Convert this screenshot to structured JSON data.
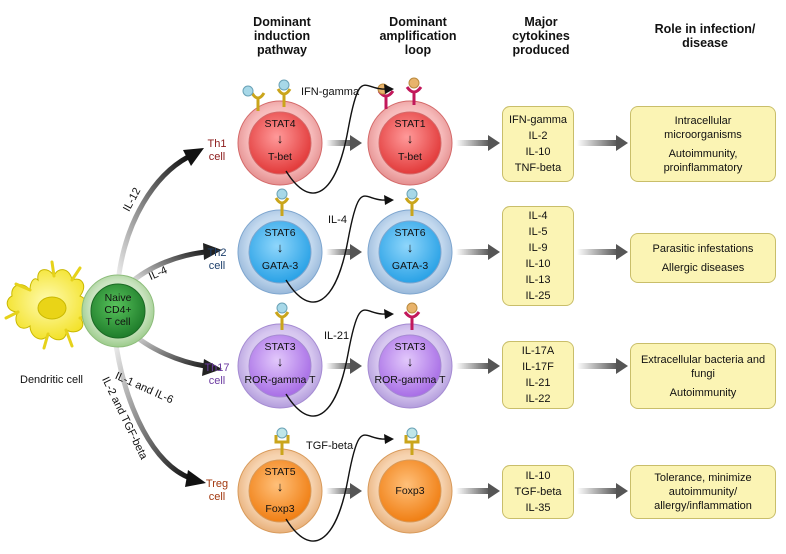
{
  "headers": {
    "induction": "Dominant induction pathway",
    "amplification": "Dominant amplification loop",
    "cytokines": "Major cytokines produced",
    "role": "Role in infection/ disease"
  },
  "colors": {
    "th1": "#8b1a1a",
    "th2": "#1d3f6b",
    "th17": "#6b3aa0",
    "treg": "#a2380f",
    "yellow_box": "#fbf4b4"
  },
  "naive": {
    "line1": "Naive",
    "line2": "CD4+",
    "line3": "T cell"
  },
  "dendritic": {
    "label": "Dendritic cell"
  },
  "pathways": [
    {
      "cytokine": "IL-12"
    },
    {
      "cytokine": "IL-4"
    },
    {
      "cytokine": "IL-1 and IL-6"
    },
    {
      "cytokine": "IL-2 and TGF-beta"
    }
  ],
  "rows": [
    {
      "cell_line1": "Th1",
      "cell_line2": "cell",
      "induction": {
        "top": "STAT4",
        "arrow": "↓",
        "bottom": "T-bet"
      },
      "loop_cytokine": "IFN-gamma",
      "amplification": {
        "top": "STAT1",
        "arrow": "↓",
        "bottom": "T-bet"
      },
      "cytokines": [
        "IFN-gamma",
        "IL-2",
        "IL-10",
        "TNF-beta"
      ],
      "roles": [
        "Intracellular microorganisms",
        "Autoimmunity, proinflammatory"
      ]
    },
    {
      "cell_line1": "Th2",
      "cell_line2": "cell",
      "induction": {
        "top": "STAT6",
        "arrow": "↓",
        "bottom": "GATA-3"
      },
      "loop_cytokine": "IL-4",
      "amplification": {
        "top": "STAT6",
        "arrow": "↓",
        "bottom": "GATA-3"
      },
      "cytokines": [
        "IL-4",
        "IL-5",
        "IL-9",
        "IL-10",
        "IL-13",
        "IL-25"
      ],
      "roles": [
        "Parasitic infestations",
        "Allergic diseases"
      ]
    },
    {
      "cell_line1": "Th17",
      "cell_line2": "cell",
      "induction": {
        "top": "STAT3",
        "arrow": "↓",
        "bottom": "ROR-gamma T"
      },
      "loop_cytokine": "IL-21",
      "amplification": {
        "top": "STAT3",
        "arrow": "↓",
        "bottom": "ROR-gamma T"
      },
      "cytokines": [
        "IL-17A",
        "IL-17F",
        "IL-21",
        "IL-22"
      ],
      "roles": [
        "Extracellular bacteria and fungi",
        "Autoimmunity"
      ]
    },
    {
      "cell_line1": "Treg",
      "cell_line2": "cell",
      "induction": {
        "top": "STAT5",
        "arrow": "↓",
        "bottom": "Foxp3"
      },
      "loop_cytokine": "TGF-beta",
      "amplification": {
        "top": "Foxp3"
      },
      "cytokines": [
        "IL-10",
        "TGF-beta",
        "IL-35"
      ],
      "roles": [
        "Tolerance, minimize autoimmunity/ allergy/inflammation"
      ]
    }
  ]
}
